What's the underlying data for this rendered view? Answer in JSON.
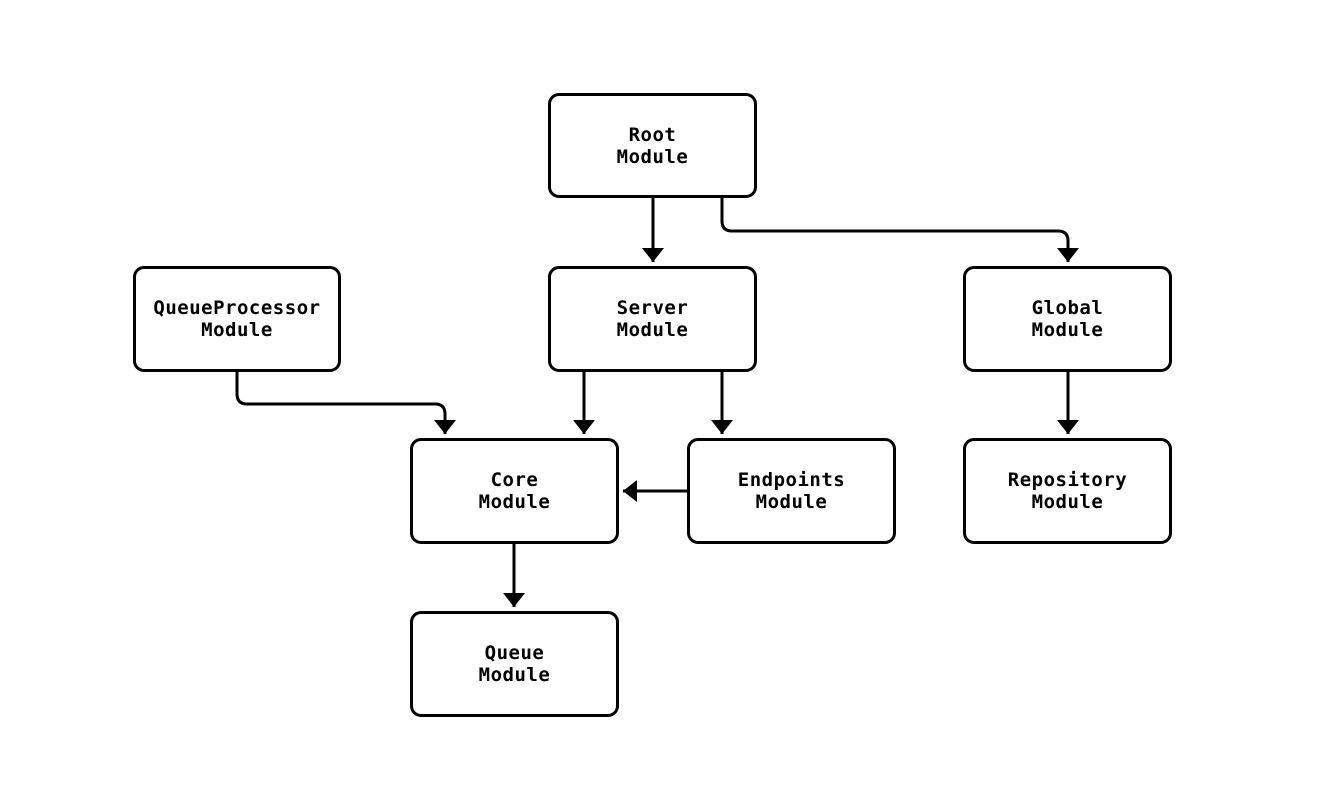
{
  "diagram": {
    "type": "module-dependency-graph",
    "background_color": "#ffffff",
    "node_border_color": "#000000",
    "node_fill_color": "#ffffff",
    "edge_color": "#000000",
    "text_color": "#000000",
    "nodes": {
      "root": {
        "label": "Root\nModule"
      },
      "queueprocessor": {
        "label": "QueueProcessor\nModule"
      },
      "server": {
        "label": "Server\nModule"
      },
      "global": {
        "label": "Global\nModule"
      },
      "core": {
        "label": "Core\nModule"
      },
      "endpoints": {
        "label": "Endpoints\nModule"
      },
      "repository": {
        "label": "Repository\nModule"
      },
      "queue": {
        "label": "Queue\nModule"
      }
    },
    "edges": [
      {
        "from": "Root Module",
        "to": "Server Module"
      },
      {
        "from": "Root Module",
        "to": "Global Module"
      },
      {
        "from": "QueueProcessor Module",
        "to": "Core Module"
      },
      {
        "from": "Server Module",
        "to": "Core Module"
      },
      {
        "from": "Server Module",
        "to": "Endpoints Module"
      },
      {
        "from": "Endpoints Module",
        "to": "Core Module"
      },
      {
        "from": "Global Module",
        "to": "Repository Module"
      },
      {
        "from": "Core Module",
        "to": "Queue Module"
      }
    ]
  }
}
